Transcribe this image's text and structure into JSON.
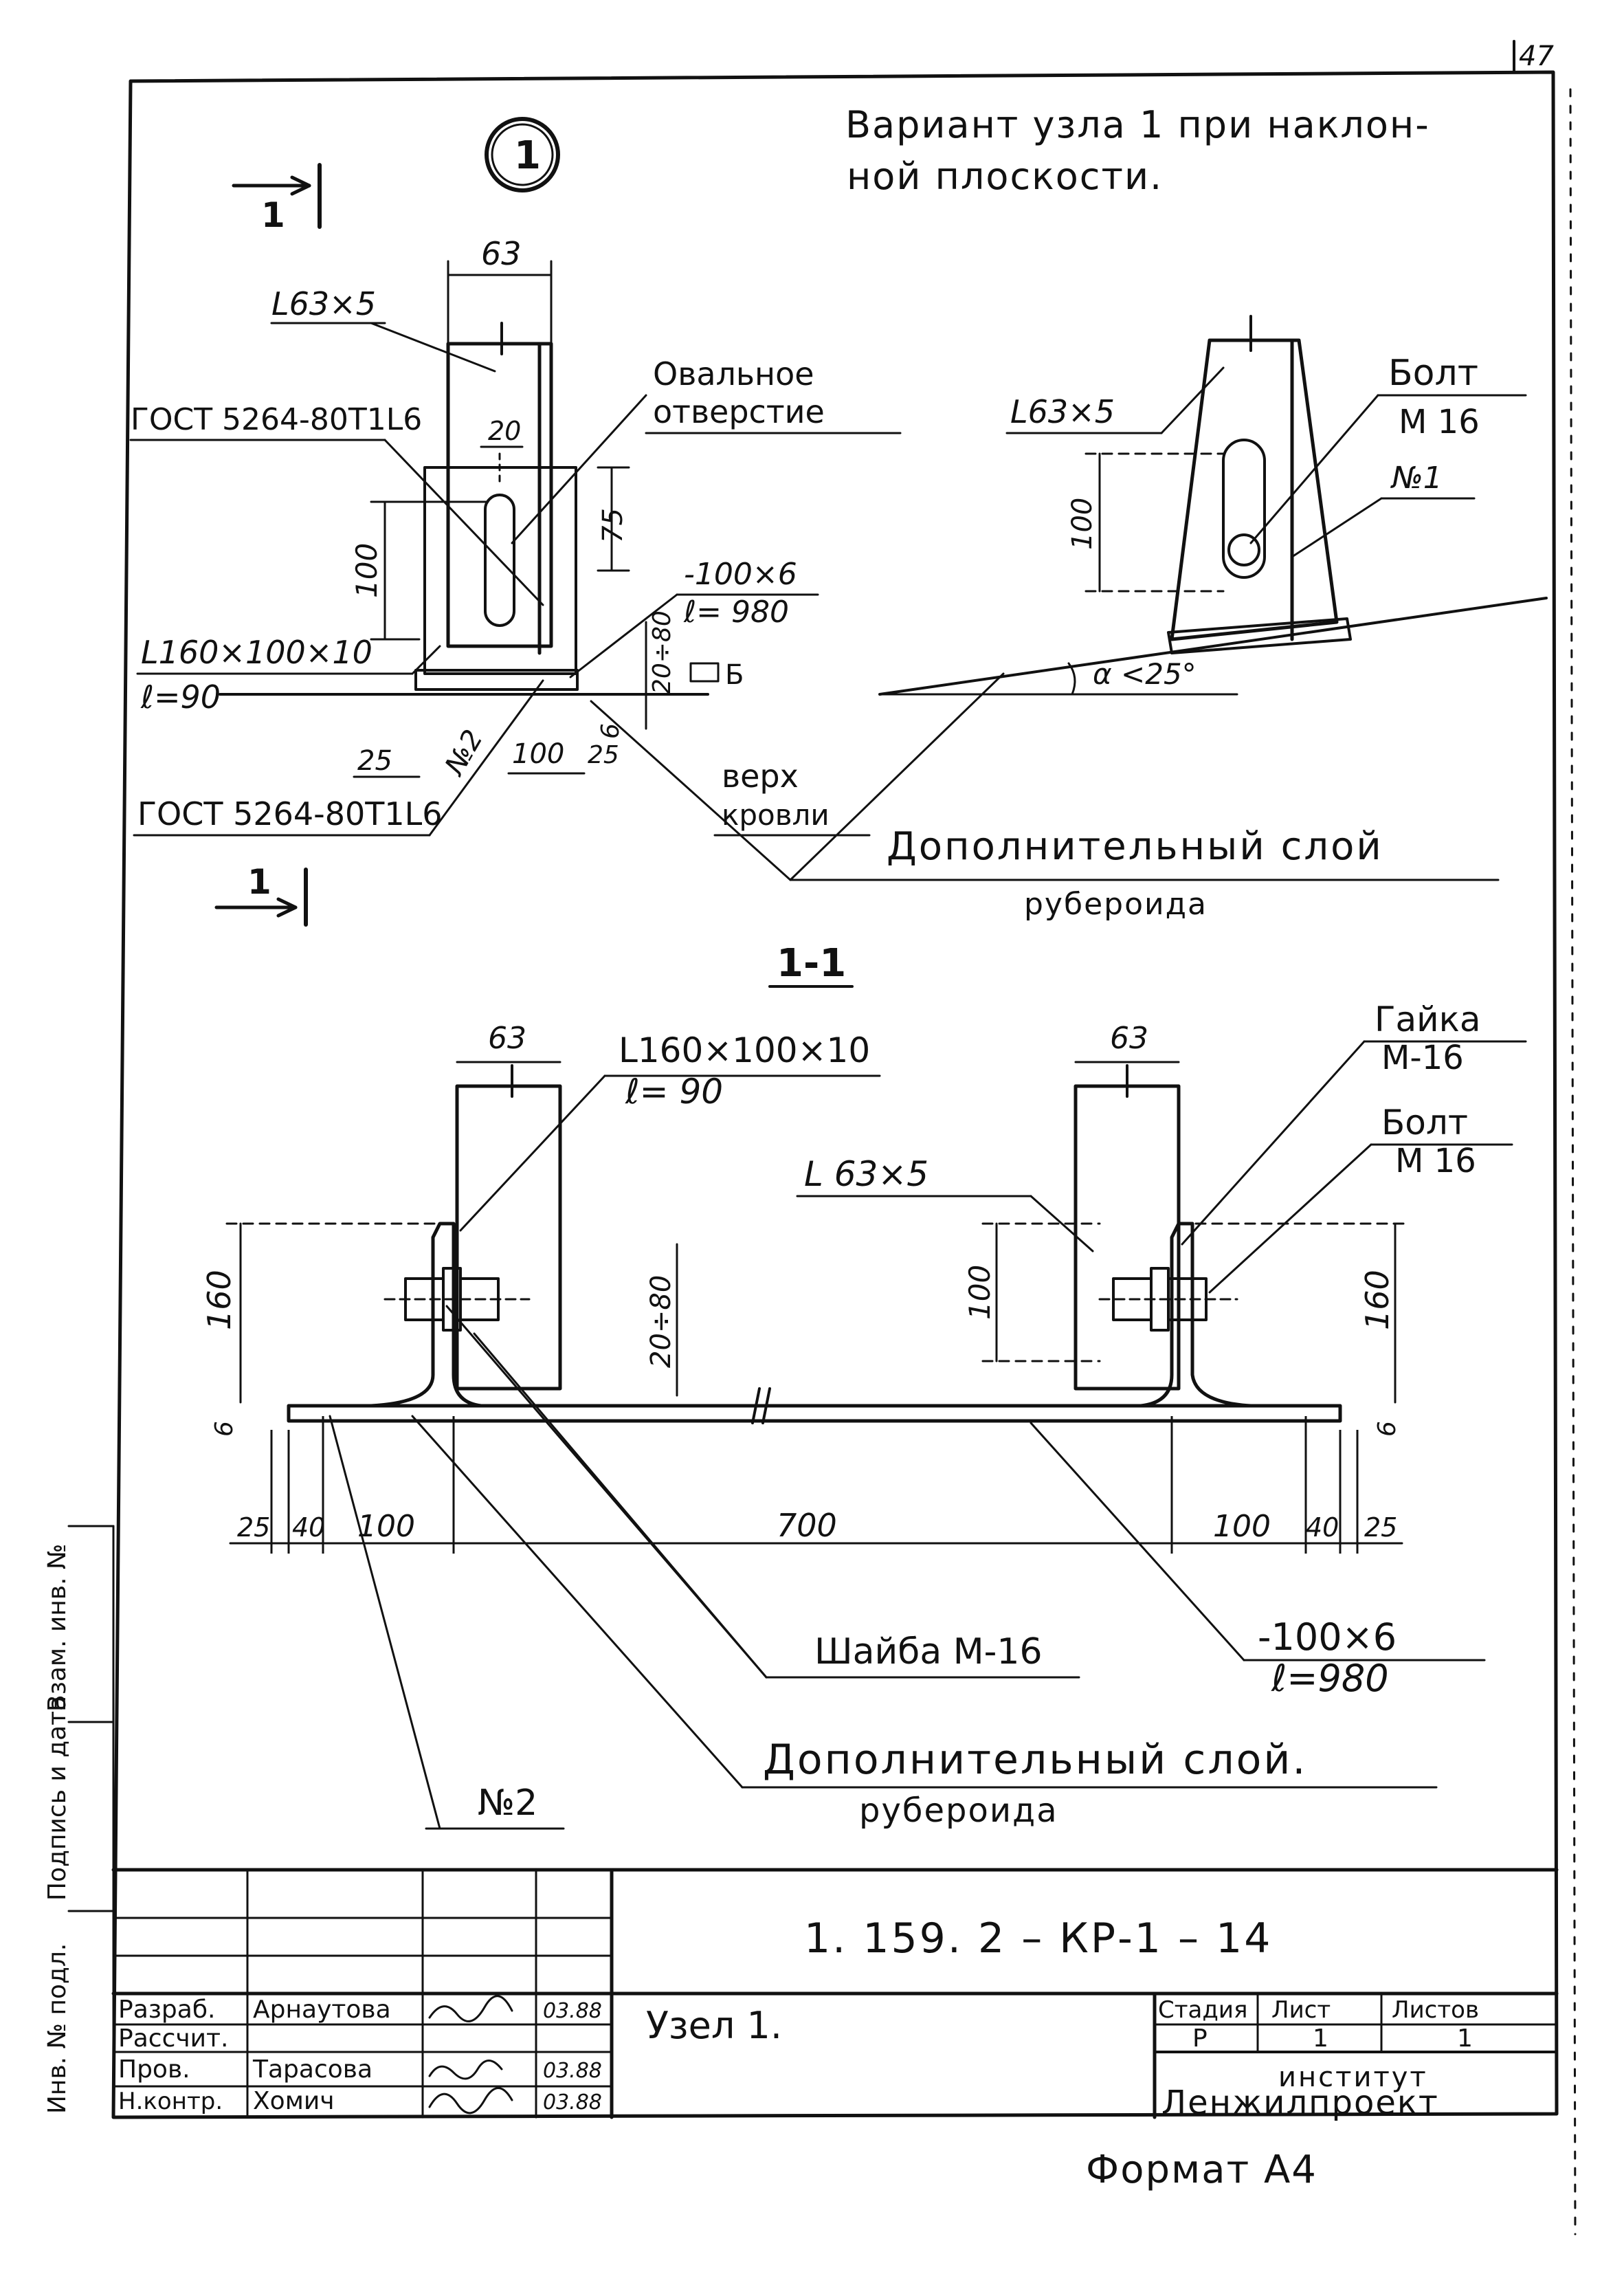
{
  "page_number": "47",
  "header": {
    "node_mark": "1",
    "title_line1": "Вариант узла 1 при наклон-",
    "title_line2": "ной плоскости.",
    "section_mark": "1"
  },
  "top_left_view": {
    "dim_63": "63",
    "angle_label": "L63×5",
    "gost_top": "ГОСТ 5264-80Т1L6",
    "oval_hole_line1": "Овальное",
    "oval_hole_line2": "отверстие",
    "dim_20": "20",
    "dim_75": "75",
    "dim_100": "100",
    "plate_label": "-100×6",
    "plate_len": "ℓ= 980",
    "dim_20_80": "20÷80",
    "angle_big": "L160×100×10",
    "angle_big_len": "ℓ=90",
    "mark_b": "Б",
    "dim_6": "6",
    "dim_25_left": "25",
    "weld_no2": "№2",
    "dim_100_bottom": "100",
    "dim_25_bottom": "25",
    "gost_bottom": "ГОСТ 5264-80Т1L6",
    "roof_top_line1": "верх",
    "roof_top_line2": "кровли",
    "extra_layer_line1": "Дополнительный слой",
    "extra_layer_line2": "рубероида"
  },
  "top_right_view": {
    "angle_label": "L63×5",
    "bolt_label": "Болт",
    "bolt_size": "М 16",
    "no1": "№1",
    "dim_100": "100",
    "slope_label": "α <25°"
  },
  "section_view": {
    "section_title": "1-1",
    "dim_63_left": "63",
    "angle_big": "L160×100×10",
    "angle_big_len": "ℓ= 90",
    "dim_63_right": "63",
    "nut_label": "Гайка",
    "nut_size": "М-16",
    "bolt_label": "Болт",
    "bolt_size": "М 16",
    "angle_small": "L 63×5",
    "dim_160_left": "160",
    "dim_20_80": "20÷80",
    "dim_100": "100",
    "dim_160_right": "160",
    "dim_6_left": "6",
    "dim_6_right": "6",
    "dims_bottom": [
      "25",
      "40",
      "100",
      "700",
      "100",
      "40",
      "25"
    ],
    "washer_label": "Шайба М-16",
    "plate_label": "-100×6",
    "plate_len": "ℓ=980",
    "extra_layer_line1": "Дополнительный слой.",
    "extra_layer_line2": "рубероида",
    "weld_no2": "№2"
  },
  "side_stamp": [
    "Инв. № подл.",
    "Подпись и дата",
    "Взам. инв. №"
  ],
  "title_block": {
    "doc_code": "1. 159. 2 – КР-1 – 14",
    "rows": [
      {
        "role": "Разраб.",
        "name": "Арнаутова",
        "date": "03.88"
      },
      {
        "role": "Рассчит.",
        "name": "",
        "date": ""
      },
      {
        "role": "Пров.",
        "name": "Тарасова",
        "date": "03.88"
      },
      {
        "role": "Н.контр.",
        "name": "Хомич",
        "date": "03.88"
      }
    ],
    "item_name": "Узел 1.",
    "stage_header": "Стадия",
    "sheet_header": "Лист",
    "sheets_header": "Листов",
    "stage": "Р",
    "sheet": "1",
    "sheets": "1",
    "org_line1": "институт",
    "org_line2": "Ленжилпроект"
  },
  "format_label": "Формат А4"
}
